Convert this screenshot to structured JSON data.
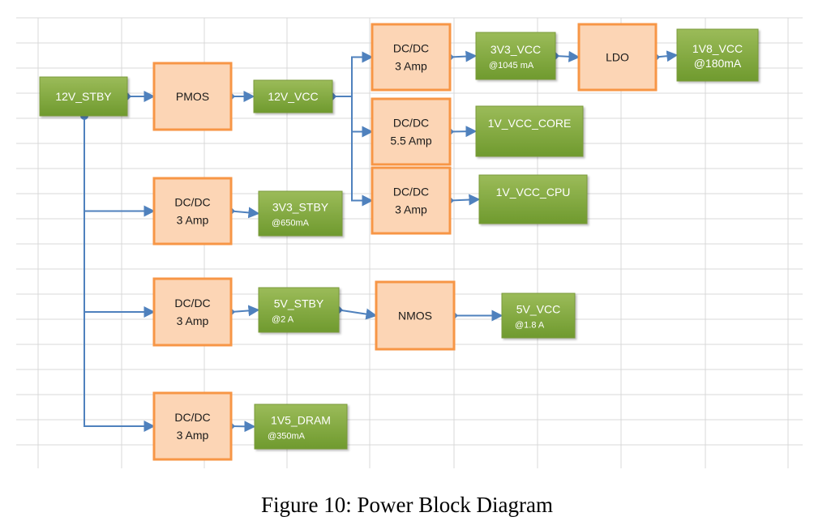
{
  "caption": "Figure 10: Power Block Diagram",
  "colors": {
    "converter_fill": "#fcd5b5",
    "converter_border": "#f79646",
    "rail_fill_top": "#9bbb59",
    "rail_fill_bottom": "#6f9a2e",
    "rail_border": "#7a9a3a",
    "connector": "#4f81bd",
    "grid": "#d9d9d9"
  },
  "nodes": {
    "n12v_stby": {
      "kind": "rail",
      "line1": "12V_STBY",
      "line2": ""
    },
    "pmos": {
      "kind": "converter",
      "line1": "PMOS",
      "line2": ""
    },
    "n12v_vcc": {
      "kind": "rail",
      "line1": "12V_VCC",
      "line2": ""
    },
    "dcdc_3v3": {
      "kind": "converter",
      "line1": "DC/DC",
      "line2": "3 Amp"
    },
    "n3v3_vcc": {
      "kind": "rail",
      "line1": "3V3_VCC",
      "line2": "@1045 mA"
    },
    "ldo": {
      "kind": "converter",
      "line1": "LDO",
      "line2": ""
    },
    "n1v8_vcc": {
      "kind": "rail",
      "line1": "1V8_VCC",
      "line2": "@180mA"
    },
    "dcdc_core": {
      "kind": "converter",
      "line1": "DC/DC",
      "line2": "5.5 Amp"
    },
    "n1v_core": {
      "kind": "rail",
      "line1": "1V_VCC_CORE",
      "line2": ""
    },
    "dcdc_cpu": {
      "kind": "converter",
      "line1": "DC/DC",
      "line2": "3 Amp"
    },
    "n1v_cpu": {
      "kind": "rail",
      "line1": "1V_VCC_CPU",
      "line2": ""
    },
    "dcdc_3v3stby": {
      "kind": "converter",
      "line1": "DC/DC",
      "line2": "3 Amp"
    },
    "n3v3_stby": {
      "kind": "rail",
      "line1": "3V3_STBY",
      "line2": "@650mA"
    },
    "dcdc_5v": {
      "kind": "converter",
      "line1": "DC/DC",
      "line2": "3 Amp"
    },
    "n5v_stby": {
      "kind": "rail",
      "line1": "5V_STBY",
      "line2": "@2 A"
    },
    "nmos": {
      "kind": "converter",
      "line1": "NMOS",
      "line2": ""
    },
    "n5v_vcc": {
      "kind": "rail",
      "line1": "5V_VCC",
      "line2": "@1.8 A"
    },
    "dcdc_1v5": {
      "kind": "converter",
      "line1": "DC/DC",
      "line2": "3 Amp"
    },
    "n1v5_dram": {
      "kind": "rail",
      "line1": "1V5_DRAM",
      "line2": "@350mA"
    }
  },
  "edges": [
    [
      "n12v_stby",
      "pmos"
    ],
    [
      "pmos",
      "n12v_vcc"
    ],
    [
      "n12v_vcc",
      "dcdc_3v3"
    ],
    [
      "n12v_vcc",
      "dcdc_core"
    ],
    [
      "n12v_vcc",
      "dcdc_cpu"
    ],
    [
      "dcdc_3v3",
      "n3v3_vcc"
    ],
    [
      "n3v3_vcc",
      "ldo"
    ],
    [
      "ldo",
      "n1v8_vcc"
    ],
    [
      "dcdc_core",
      "n1v_core"
    ],
    [
      "dcdc_cpu",
      "n1v_cpu"
    ],
    [
      "n12v_stby",
      "dcdc_3v3stby"
    ],
    [
      "dcdc_3v3stby",
      "n3v3_stby"
    ],
    [
      "n12v_stby",
      "dcdc_5v"
    ],
    [
      "dcdc_5v",
      "n5v_stby"
    ],
    [
      "n5v_stby",
      "nmos"
    ],
    [
      "nmos",
      "n5v_vcc"
    ],
    [
      "n12v_stby",
      "dcdc_1v5"
    ],
    [
      "dcdc_1v5",
      "n1v5_dram"
    ]
  ]
}
